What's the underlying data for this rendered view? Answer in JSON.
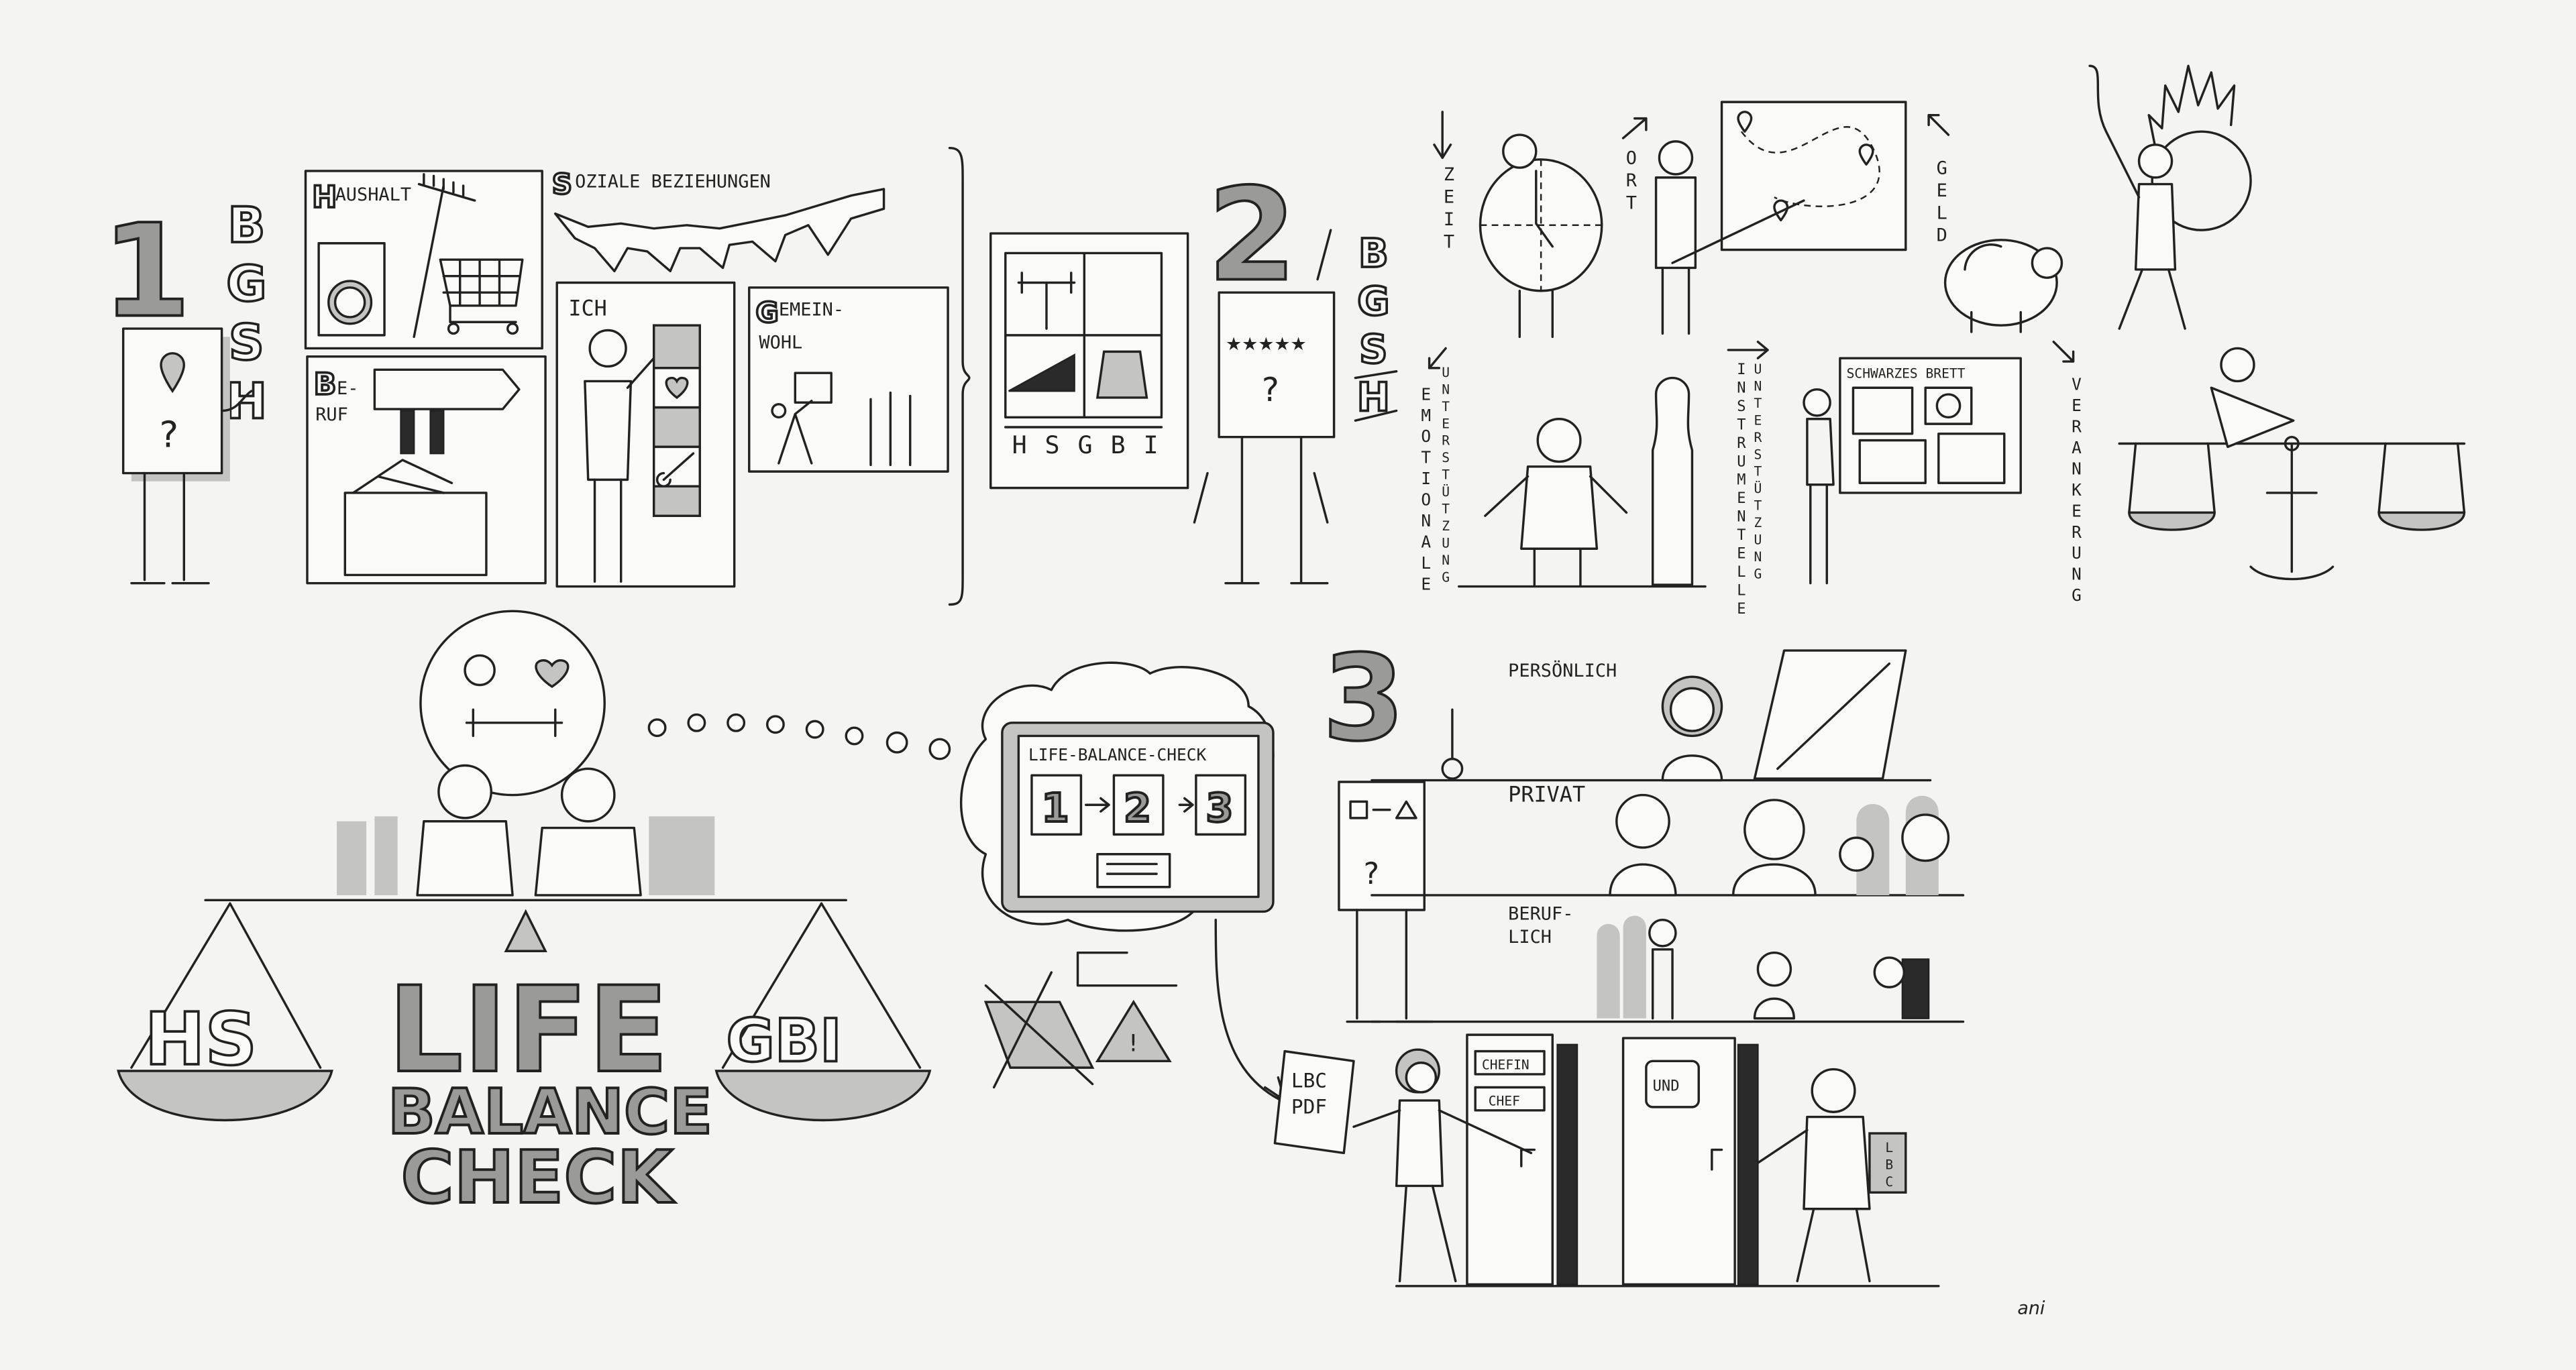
{
  "section1": {
    "number": "1",
    "letters": "BGSH",
    "card_symbol": "?",
    "panels": {
      "haushalt": "AUSHALT",
      "haushalt_initial": "H",
      "beruf_line1": "E-",
      "beruf_line2": "RUF",
      "beruf_initial": "B",
      "soziale": "OZIALE BEZIEHUNGEN",
      "soziale_initial": "S",
      "ich": "ICH",
      "gemeinwohl_line1": "EMEIN-",
      "gemeinwohl_line2": "WOHL",
      "gemeinwohl_initial": "G"
    }
  },
  "section2": {
    "number": "2",
    "letters": "BGSH",
    "board_letters": [
      "H",
      "S",
      "G",
      "B",
      "I"
    ],
    "card_stars": "★★★★★",
    "card_symbol": "?",
    "labels": {
      "zeit": "ZEIT",
      "ort": "ORT",
      "geld": "GELD",
      "emotionale": "EMOTIONALE",
      "emotionale_2": "UNTERSTÜTZUNG",
      "instrumentelle": "INSTRUMENTELLE",
      "instrumentelle_2": "UNTERSTÜTZUNG",
      "schwarzes_brett": "SCHWARZES BRETT",
      "verankerung": "VERANKERUNG"
    }
  },
  "balance": {
    "left_pan": "HS",
    "right_pan": "GBI",
    "title_line1": "LIFE",
    "title_line2": "BALANCE",
    "title_line3": "CHECK"
  },
  "monitor": {
    "title": "LIFE-BALANCE-CHECK",
    "steps": [
      "1",
      "2",
      "3"
    ]
  },
  "document": {
    "line1": "LBC",
    "line2": "PDF"
  },
  "section3": {
    "number": "3",
    "card_symbol": "?",
    "levels": {
      "persoenlich": "PERSÖNLICH",
      "privat": "PRIVAT",
      "beruflich_1": "BERUF-",
      "beruflich_2": "LICH"
    },
    "door_signs": [
      "CHEFIN",
      "CHEF"
    ],
    "door_right_sign": "UND",
    "binder_label": "LBC"
  },
  "signature": "ani",
  "colors": {
    "ink": "#222222",
    "shade": "#c4c4c2",
    "paper": "#f4f4f2"
  }
}
